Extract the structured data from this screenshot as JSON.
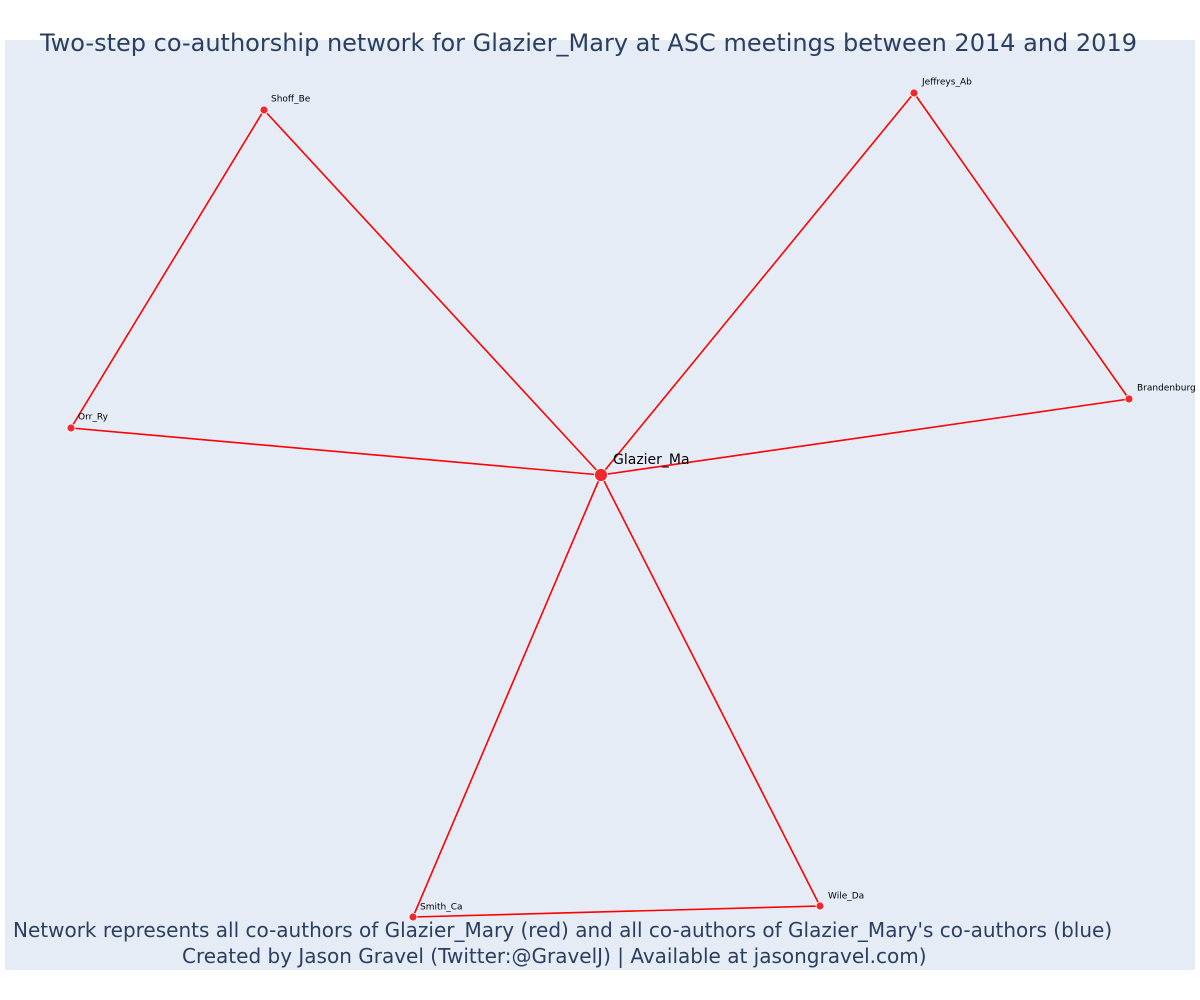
{
  "title": "Two-step co-authorship network for Glazier_Mary at ASC meetings between 2014 and 2019",
  "caption_line_1": "Network represents all co-authors of Glazier_Mary (red) and all co-authors of Glazier_Mary's co-authors (blue)",
  "caption_line_2": "Created by Jason Gravel (Twitter:@GravelJ) | Available at jasongravel.com)",
  "colors": {
    "plot_background": "#e5ecf6",
    "edge": "#ff0000",
    "node": "#f0282d",
    "text": "#2a3f5f"
  },
  "network": {
    "center": "Glazier_Ma",
    "nodes": [
      {
        "id": "Glazier_Ma",
        "label": "Glazier_Ma",
        "role": "focal"
      },
      {
        "id": "Shoff_Be",
        "label": "Shoff_Be",
        "role": "co-author"
      },
      {
        "id": "Jeffreys_Ab",
        "label": "Jeffreys_Ab",
        "role": "co-author"
      },
      {
        "id": "Orr_Ry",
        "label": "Orr_Ry",
        "role": "co-author"
      },
      {
        "id": "Brandenburg",
        "label": "Brandenburg",
        "role": "co-author"
      },
      {
        "id": "Smith_Ca",
        "label": "Smith_Ca",
        "role": "co-author"
      },
      {
        "id": "Wile_Da",
        "label": "Wile_Da",
        "role": "co-author"
      }
    ],
    "edges": [
      [
        "Glazier_Ma",
        "Shoff_Be"
      ],
      [
        "Glazier_Ma",
        "Jeffreys_Ab"
      ],
      [
        "Glazier_Ma",
        "Orr_Ry"
      ],
      [
        "Glazier_Ma",
        "Brandenburg"
      ],
      [
        "Glazier_Ma",
        "Smith_Ca"
      ],
      [
        "Glazier_Ma",
        "Wile_Da"
      ],
      [
        "Shoff_Be",
        "Orr_Ry"
      ],
      [
        "Jeffreys_Ab",
        "Brandenburg"
      ],
      [
        "Smith_Ca",
        "Wile_Da"
      ]
    ]
  }
}
